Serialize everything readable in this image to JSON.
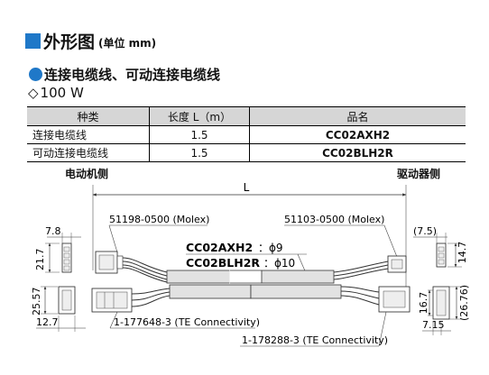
{
  "header": {
    "title": "外形图",
    "unit": "(单位 mm)",
    "accent_color": "#1f78c8"
  },
  "section": {
    "title": "连接电缆线、可动连接电缆线",
    "power_symbol": "◇",
    "power": "100 W"
  },
  "table": {
    "headers": [
      "种类",
      "长度  L（m）",
      "品名"
    ],
    "rows": [
      [
        "连接电缆线",
        "1.5",
        "CC02AXH2"
      ],
      [
        "可动连接电缆线",
        "1.5",
        "CC02BLH2R"
      ]
    ]
  },
  "drawing": {
    "motor_side": "电动机侧",
    "driver_side": "驱动器侧",
    "length_label": "L",
    "connector_motor_top": "51198-0500 (Molex)",
    "connector_driver_top": "51103-0500 (Molex)",
    "connector_motor_bottom": "1-177648-3 (TE Connectivity)",
    "connector_driver_bottom": "1-178288-3 (TE Connectivity)",
    "cable1_name": "CC02AXH2",
    "cable1_dia": "：ϕ9",
    "cable2_name": "CC02BLH2R",
    "cable2_dia": "：ϕ10",
    "dims": {
      "d7_8": "7.8",
      "d21_7": "21.7",
      "d25_57": "25.57",
      "d12_7": "12.7",
      "d7_5": "(7.5)",
      "d14_7": "14.7",
      "d16_7": "16.7",
      "d26_76": "(26.76)",
      "d7_15": "7.15"
    }
  }
}
